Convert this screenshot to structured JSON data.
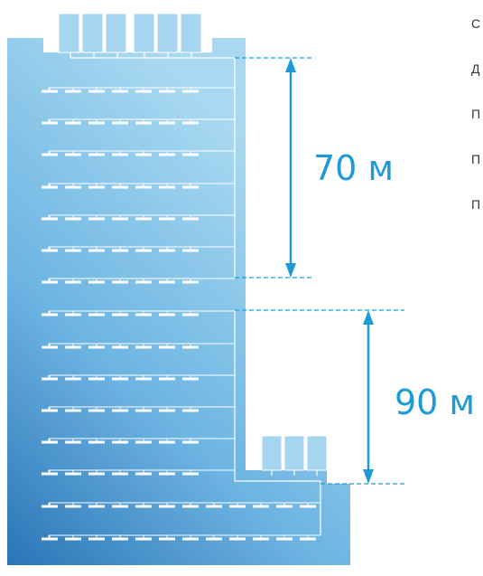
{
  "labels": {
    "upper_height": "70 м",
    "lower_height": "90 м"
  },
  "side_labels": [
    "С",
    "Д",
    "П",
    "П",
    "П"
  ],
  "colors": {
    "accent": "#1e9bd7",
    "building_light": "#a8d8f0",
    "building_dark": "#2a78b8",
    "pipe": "#ffffff"
  }
}
